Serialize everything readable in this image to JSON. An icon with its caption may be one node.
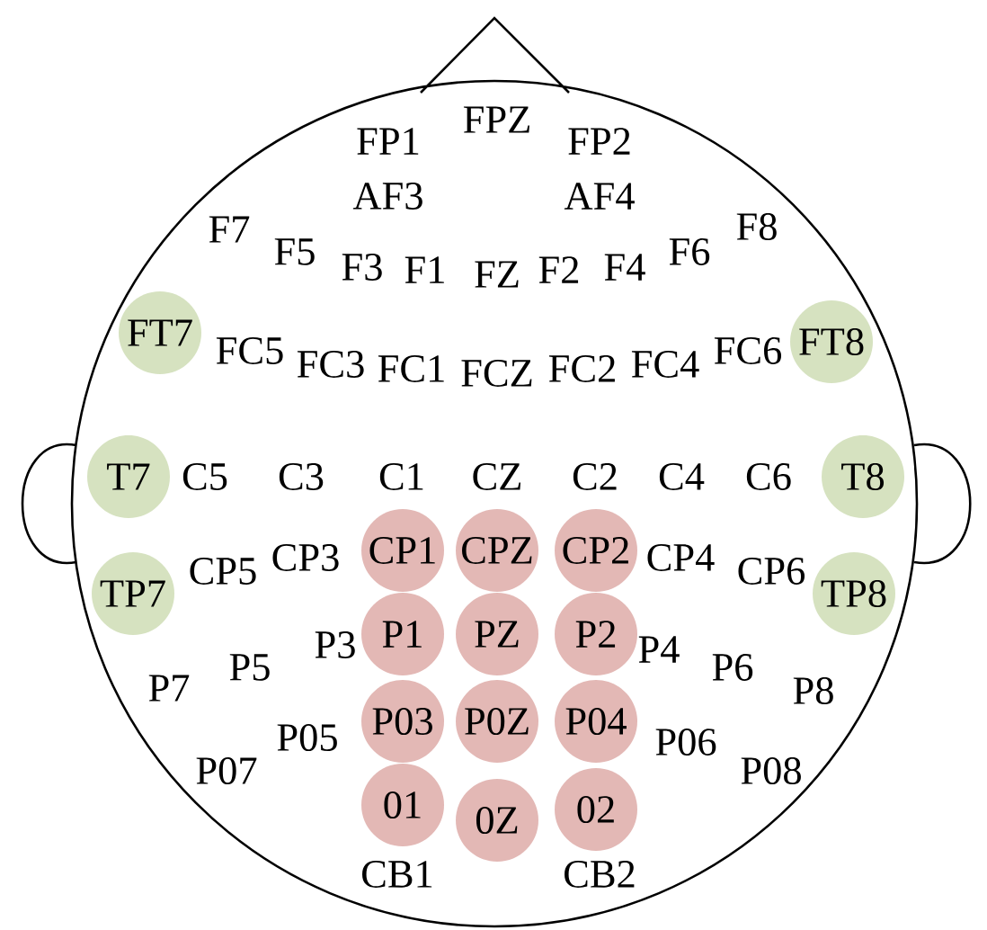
{
  "diagram": {
    "nodes": [
      {
        "text": [
          "FT7"
        ]
      },
      {
        "text": [
          "FT8"
        ]
      },
      {
        "text": [
          "T7"
        ]
      },
      {
        "text": [
          "T8"
        ]
      },
      {
        "text": [
          "CP1"
        ]
      },
      {
        "text": [
          "CPZ"
        ]
      },
      {
        "text": [
          "CP2"
        ]
      },
      {
        "text": [
          "TP7"
        ]
      },
      {
        "text": [
          "TP8"
        ]
      },
      {
        "text": [
          "P1"
        ]
      },
      {
        "text": [
          "PZ"
        ]
      },
      {
        "text": [
          "P2"
        ]
      },
      {
        "text": [
          "P03"
        ]
      },
      {
        "text": [
          "P0Z"
        ]
      },
      {
        "text": [
          "P04"
        ]
      },
      {
        "text": [
          "01"
        ]
      },
      {
        "text": [
          "02"
        ]
      },
      {
        "text": [
          "0Z"
        ]
      }
    ],
    "labels": [
      "FPZ",
      "FP1",
      "FP2",
      "AF3",
      "AF4",
      "F7",
      "F8",
      "F5",
      "F6",
      "F3",
      "F1",
      "FZ",
      "F2",
      "F4",
      "FC5",
      "FC6",
      "FC3",
      "FC1",
      "FCZ",
      "FC2",
      "FC4",
      "C5",
      "C3",
      "C1",
      "CZ",
      "C2",
      "C4",
      "C6",
      "CP3",
      "CP4",
      "CP5",
      "CP6",
      "P3",
      "P4",
      "P5",
      "P6",
      "P7",
      "P8",
      "P05",
      "P06",
      "P07",
      "P08",
      "CB1",
      "CB2"
    ]
  }
}
